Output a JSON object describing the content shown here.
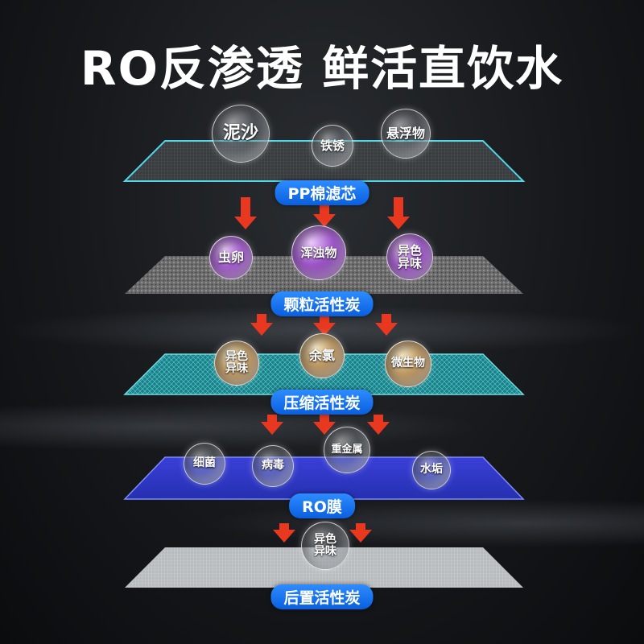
{
  "title": "RO反渗透 鲜活直饮水",
  "layers": [
    {
      "label": "PP棉滤芯",
      "bubbles": [
        "泥沙",
        "铁锈",
        "悬浮物"
      ]
    },
    {
      "label": "颗粒活性炭",
      "bubbles": [
        "虫卵",
        "浑浊物",
        "异色\n异味"
      ]
    },
    {
      "label": "压缩活性炭",
      "bubbles": [
        "异色\n异味",
        "余氯",
        "微生物"
      ]
    },
    {
      "label": "RO膜",
      "bubbles": [
        "细菌",
        "病毒",
        "重金属",
        "水垢"
      ]
    },
    {
      "label": "后置活性炭",
      "bubbles": [
        "异色\n异味"
      ]
    }
  ],
  "colors": {
    "accent": "#1a73ff",
    "arrow": "#e8381f"
  }
}
